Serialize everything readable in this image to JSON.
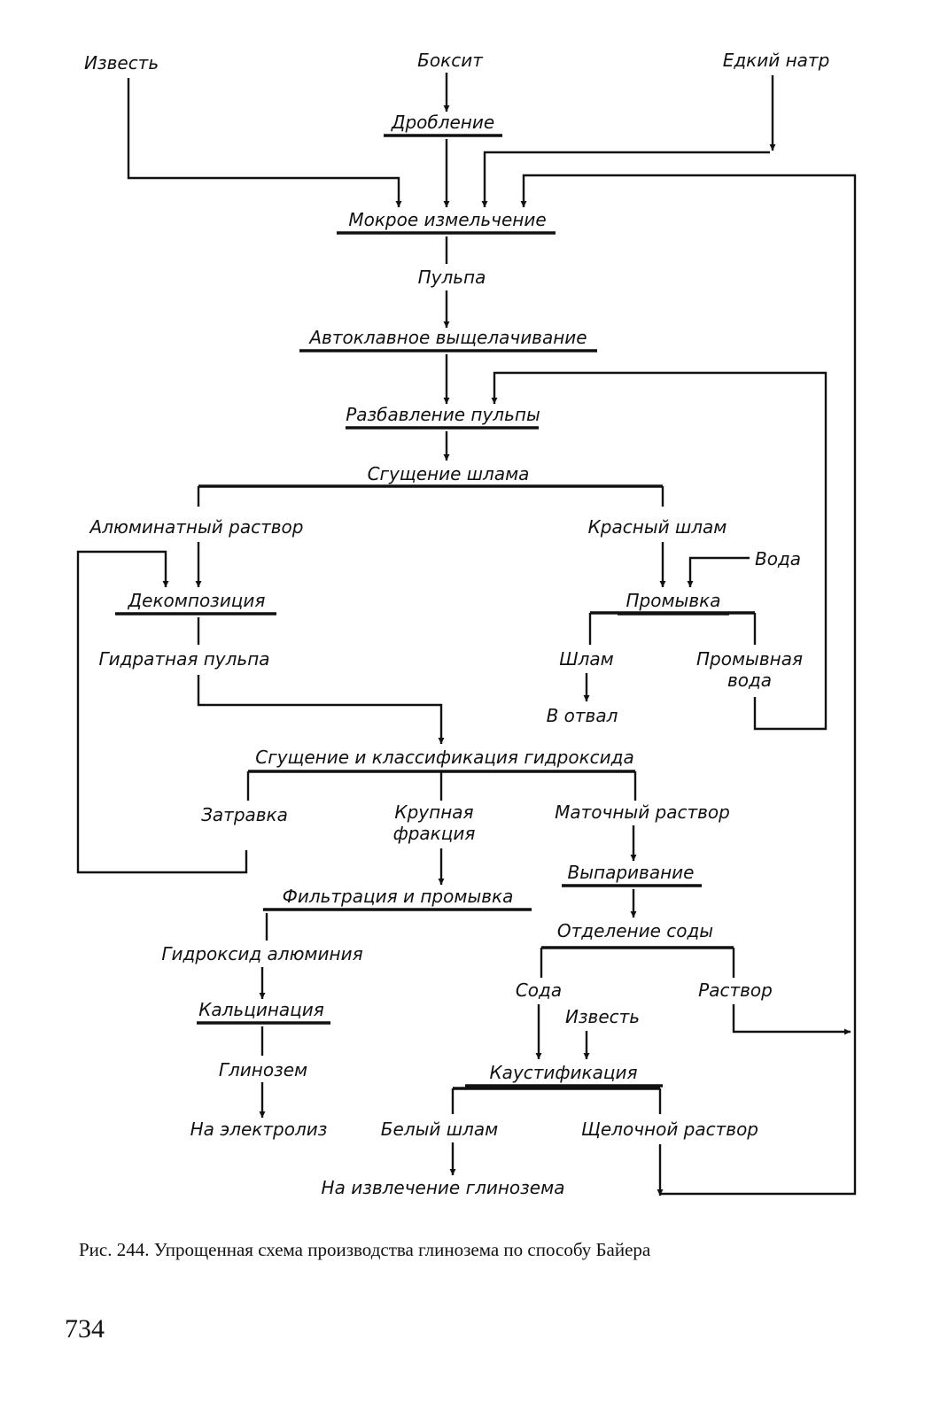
{
  "nodes": {
    "izvest_top": "Известь",
    "boksit": "Боксит",
    "edkiy_natr": "Едкий натр",
    "droblenie": "Дробление",
    "mokroe": "Мокрое измельчение",
    "pulpa": "Пульпа",
    "autoklav": "Автоклавное выщелачивание",
    "razbavlenie": "Разбавление пульпы",
    "sgushenie_shlama": "Сгущение шлама",
    "aluminat": "Алюминатный раствор",
    "krasny": "Красный шлам",
    "voda": "Вода",
    "dekompoziciya": "Декомпозиция",
    "promyvka": "Промывка",
    "gidratnaya": "Гидратная пульпа",
    "shlam": "Шлам",
    "promyvnaya_1": "Промывная",
    "promyvnaya_2": "вода",
    "v_otval": "В отвал",
    "sgushenie_klass": "Сгущение и классификация гидроксида",
    "zatravka": "Затравка",
    "krupnaya_1": "Крупная",
    "krupnaya_2": "фракция",
    "matochny": "Маточный раствор",
    "vyparivanie": "Выпаривание",
    "filtraciya": "Фильтрация и промывка",
    "otdelenie": "Отделение соды",
    "gidroksid": "Гидроксид алюминия",
    "soda": "Сода",
    "rastvor": "Раствор",
    "izvest_bottom": "Известь",
    "kalcinaciya": "Кальцинация",
    "glinozem": "Глинозем",
    "kaustifikaciya": "Каустификация",
    "na_elektroliz": "На электролиз",
    "bely_shlam": "Белый шлам",
    "shchelochnoy": "Щелочной раствор",
    "na_izvlechenie": "На извлечение глинозема"
  },
  "caption": "Рис. 244. Упрощенная схема производства глинозема по способу Байера",
  "page_number": "734"
}
